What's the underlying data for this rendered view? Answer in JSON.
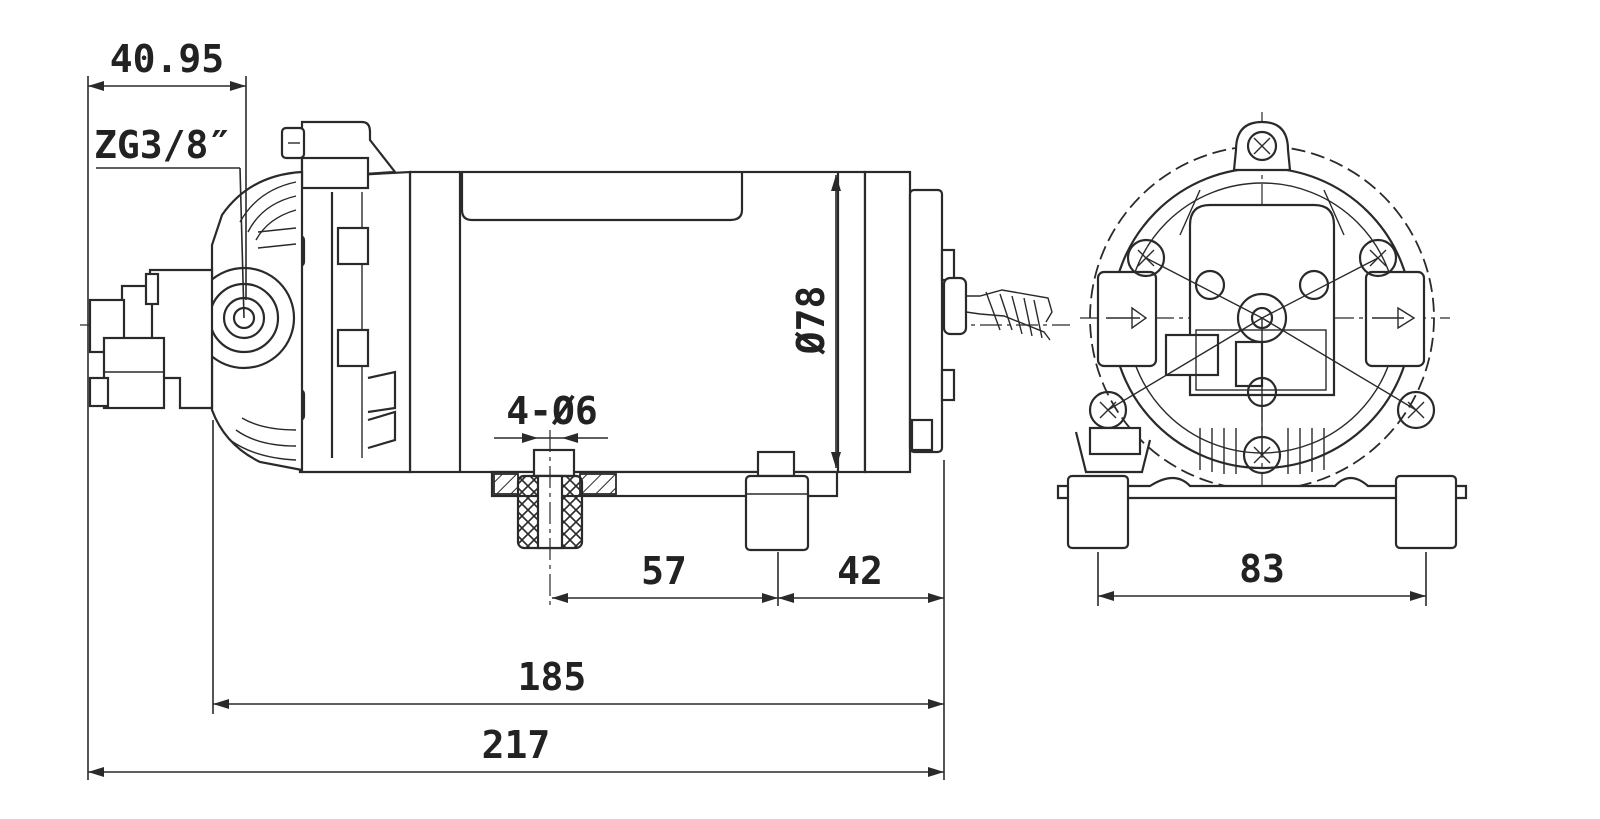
{
  "dimensions": {
    "inlet_offset": "40.95",
    "thread": "ZG3/8″",
    "mount_holes": "4-Ø6",
    "motor_diameter": "Ø78",
    "hole_spacing": "57",
    "rear_offset": "42",
    "body_length": "185",
    "overall_length": "217",
    "foot_width": "83"
  }
}
